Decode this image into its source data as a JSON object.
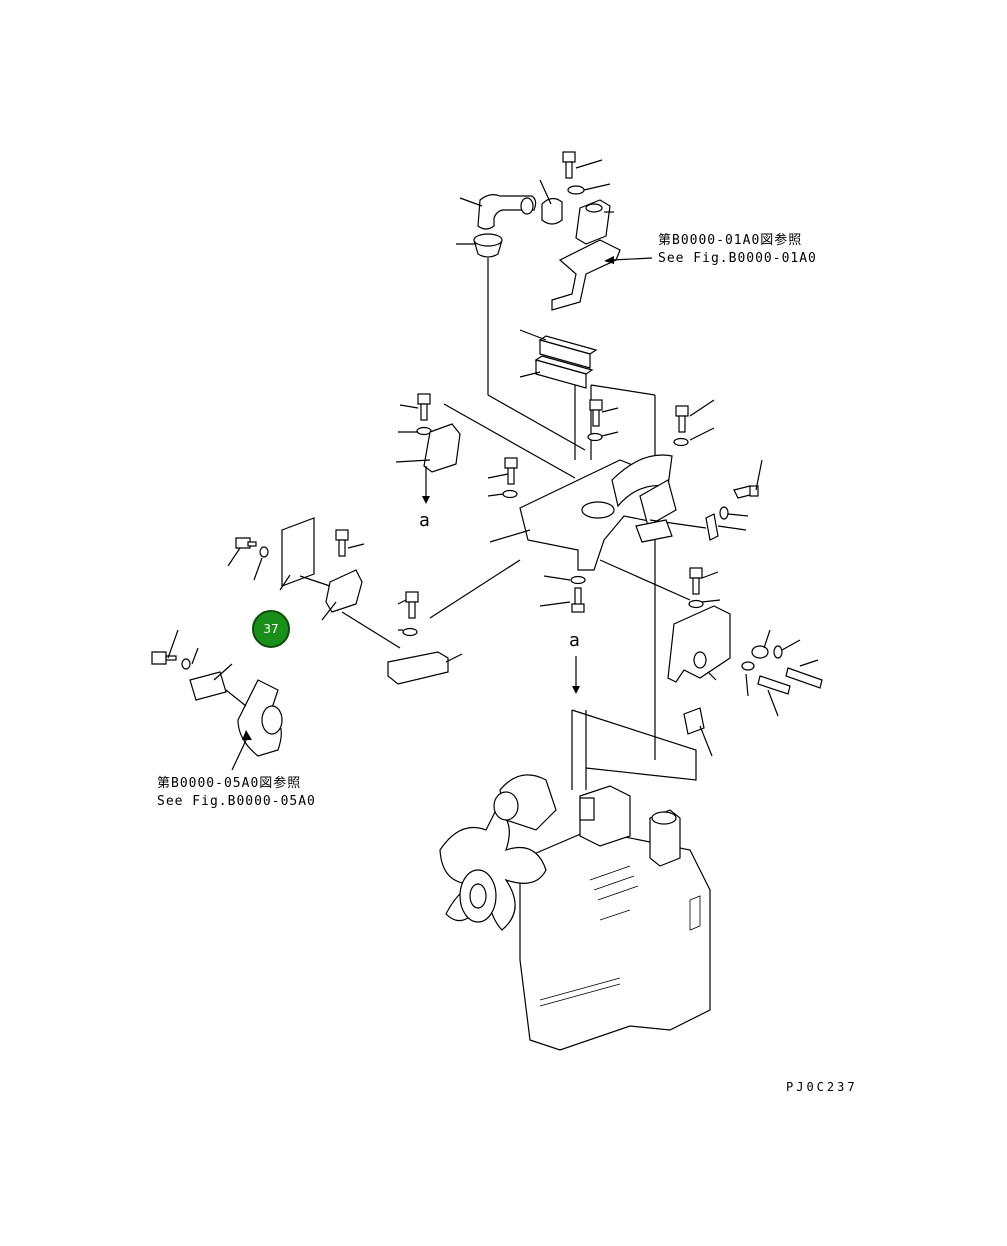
{
  "diagram": {
    "ref_top": {
      "jp": "第B0000-01A0図参照",
      "en": "See Fig.B0000-01A0"
    },
    "ref_left": {
      "jp": "第B0000-05A0図参照",
      "en": "See Fig.B0000-05A0"
    },
    "marker_a_1": "a",
    "marker_a_2": "a",
    "callout_badge": "37",
    "figure_code": "PJ0C237"
  }
}
